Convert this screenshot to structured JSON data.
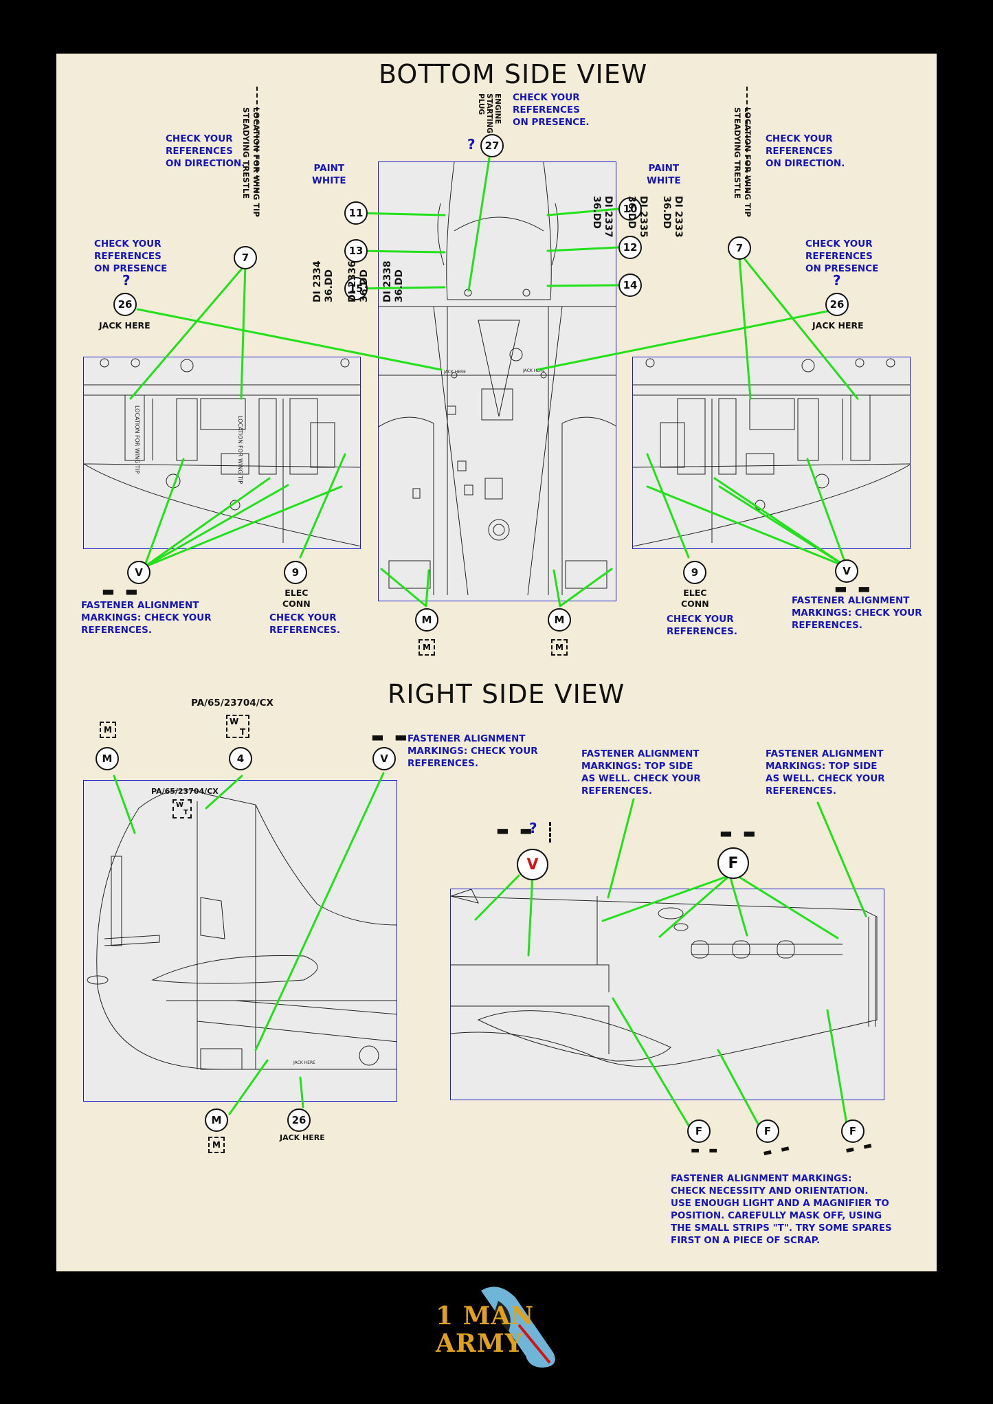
{
  "bottom": {
    "title": "BOTTOM SIDE VIEW",
    "notes": {
      "direction_left": "CHECK YOUR\nREFERENCES\nON DIRECTION.",
      "direction_right": "CHECK YOUR\nREFERENCES\nON DIRECTION.",
      "presence_left": "CHECK YOUR\nREFERENCES\nON PRESENCE",
      "presence_right": "CHECK YOUR\nREFERENCES\nON PRESENCE",
      "presence_top": "CHECK YOUR\nREFERENCES\nON PRESENCE.",
      "fastener_left": "FASTENER ALIGNMENT\nMARKINGS: CHECK YOUR\nREFERENCES.",
      "fastener_right": "FASTENER ALIGNMENT\nMARKINGS: CHECK YOUR\nREFERENCES.",
      "elec_note_left": "CHECK YOUR\nREFERENCES.",
      "elec_note_right": "CHECK YOUR\nREFERENCES.",
      "paint_left": "PAINT\nWHITE",
      "paint_right": "PAINT\nWHITE"
    },
    "question": "?",
    "engine_plug": "ENGINE\nSTARTING\nPLUG",
    "trestle": "LOCATION FOR WING TIP\nSTEADYING TRESTLE",
    "jack_here": "JACK HERE",
    "elec_conn": "ELEC\nCONN",
    "serials_left": "DI 2334\n36.DD\n\nDI 2336\n36.DD\n\nDI 2338\n36.DD",
    "serials_right": "DI 2333\n36.DD\n\nDI 2335\n36.DD\n\nDI 2337\n36.DD",
    "callouts": [
      "27",
      "11",
      "13",
      "15",
      "10",
      "12",
      "14",
      "7",
      "7",
      "26",
      "26",
      "V",
      "V",
      "9",
      "9",
      "M",
      "M"
    ]
  },
  "right": {
    "title": "RIGHT SIDE VIEW",
    "serial": "PA/65/23704/CX",
    "serial_small": "PA/65/23704/CX",
    "wt_w": "W",
    "wt_t": "T",
    "notes": {
      "fastener_top": "FASTENER ALIGNMENT\nMARKINGS: CHECK YOUR\nREFERENCES.",
      "fastener_mid": "FASTENER ALIGNMENT\nMARKINGS: TOP SIDE\nAS WELL. CHECK YOUR\nREFERENCES.",
      "fastener_far": "FASTENER ALIGNMENT\nMARKINGS: TOP SIDE\nAS WELL. CHECK YOUR\nREFERENCES.",
      "bottom_note": "FASTENER ALIGNMENT MARKINGS:\nCHECK NECESSITY AND ORIENTATION.\nUSE ENOUGH LIGHT AND A MAGNIFIER TO\nPOSITION. CAREFULLY MASK OFF, USING\nTHE SMALL STRIPS \"T\". TRY SOME SPARES\nFIRST ON A PIECE OF SCRAP."
    },
    "jack_here": "JACK HERE",
    "callouts": [
      "M",
      "4",
      "V",
      "M",
      "26",
      "V",
      "F",
      "F",
      "F",
      "F"
    ]
  },
  "logo": {
    "line1": "1 MAN",
    "line2": "ARMY"
  },
  "colors": {
    "sheet": "#f3ecd8",
    "leader": "#22e01a",
    "note": "#1515b8",
    "frame": "#000000",
    "box": "#1a1ac8"
  }
}
